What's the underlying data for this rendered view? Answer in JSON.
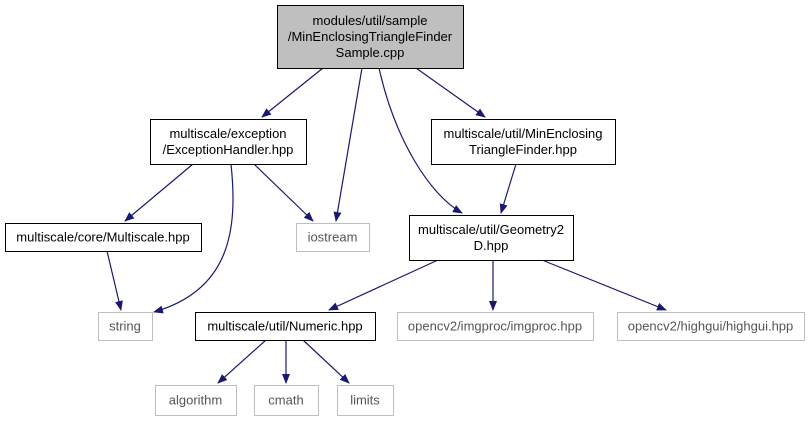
{
  "diagram": {
    "nodes": [
      {
        "id": "root",
        "style": "root",
        "lines": [
          "modules/util/sample",
          "/MinEnclosingTriangleFinder",
          "Sample.cpp"
        ]
      },
      {
        "id": "exc",
        "style": "local",
        "lines": [
          "multiscale/exception",
          "/ExceptionHandler.hpp"
        ]
      },
      {
        "id": "mintri",
        "style": "local",
        "lines": [
          "multiscale/util/MinEnclosing",
          "TriangleFinder.hpp"
        ]
      },
      {
        "id": "core",
        "style": "local",
        "lines": [
          "multiscale/core/Multiscale.hpp"
        ]
      },
      {
        "id": "iostream",
        "style": "external",
        "lines": [
          "iostream"
        ]
      },
      {
        "id": "geom",
        "style": "local",
        "lines": [
          "multiscale/util/Geometry2",
          "D.hpp"
        ]
      },
      {
        "id": "string",
        "style": "external",
        "lines": [
          "string"
        ]
      },
      {
        "id": "numeric",
        "style": "local",
        "lines": [
          "multiscale/util/Numeric.hpp"
        ]
      },
      {
        "id": "imgproc",
        "style": "external",
        "lines": [
          "opencv2/imgproc/imgproc.hpp"
        ]
      },
      {
        "id": "highgui",
        "style": "external",
        "lines": [
          "opencv2/highgui/highgui.hpp"
        ]
      },
      {
        "id": "algorithm",
        "style": "external",
        "lines": [
          "algorithm"
        ]
      },
      {
        "id": "cmath",
        "style": "external",
        "lines": [
          "cmath"
        ]
      },
      {
        "id": "limits",
        "style": "external",
        "lines": [
          "limits"
        ]
      }
    ],
    "edges": [
      {
        "from": "root",
        "to": "exc"
      },
      {
        "from": "root",
        "to": "iostream"
      },
      {
        "from": "root",
        "to": "geom"
      },
      {
        "from": "root",
        "to": "mintri"
      },
      {
        "from": "exc",
        "to": "core"
      },
      {
        "from": "exc",
        "to": "string"
      },
      {
        "from": "exc",
        "to": "iostream"
      },
      {
        "from": "mintri",
        "to": "geom"
      },
      {
        "from": "core",
        "to": "string"
      },
      {
        "from": "geom",
        "to": "numeric"
      },
      {
        "from": "geom",
        "to": "imgproc"
      },
      {
        "from": "geom",
        "to": "highgui"
      },
      {
        "from": "numeric",
        "to": "algorithm"
      },
      {
        "from": "numeric",
        "to": "cmath"
      },
      {
        "from": "numeric",
        "to": "limits"
      }
    ],
    "colors": {
      "root_fill": "#bfbfbf",
      "root_border": "#000000",
      "local_border": "#000000",
      "external_border": "#bfbfbf",
      "external_text": "#555555",
      "edge": "#191970"
    }
  }
}
